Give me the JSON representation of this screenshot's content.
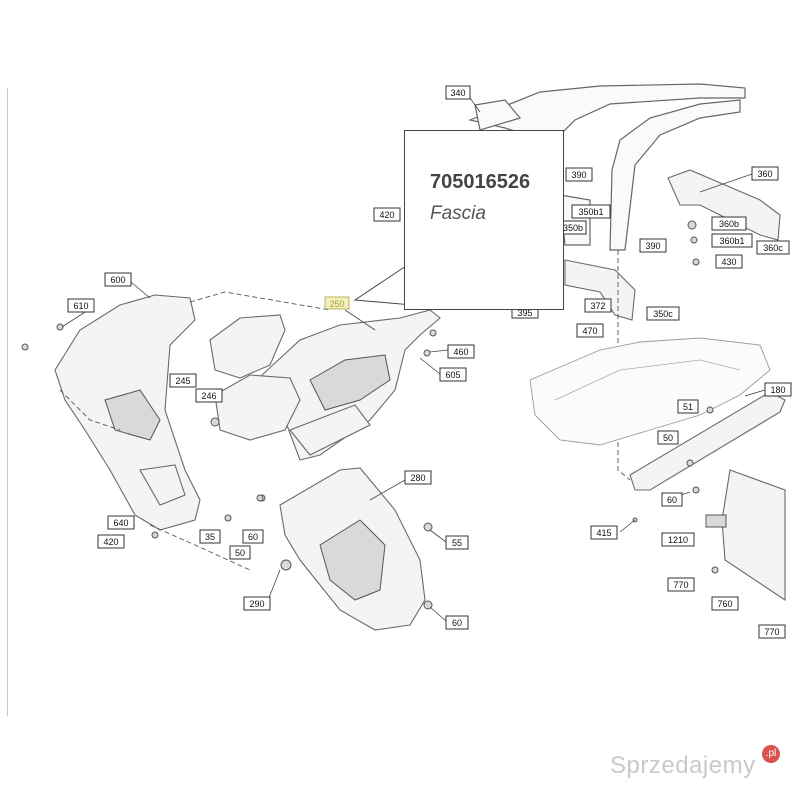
{
  "popup": {
    "part_number": "705016526",
    "part_name": "Fascia"
  },
  "highlighted_label": "250",
  "labels": {
    "l340": "340",
    "l390a": "390",
    "l360": "360",
    "l350b1": "350b1",
    "l350b": "350b",
    "l360b": "360b",
    "l360b1": "360b1",
    "l360c": "360c",
    "l390b": "390",
    "l430": "430",
    "l372": "372",
    "l395": "395",
    "l470": "470",
    "l350c": "350c",
    "l420a": "420",
    "l600": "600",
    "l610": "610",
    "l250": "250",
    "l460": "460",
    "l605": "605",
    "l245": "245",
    "l246": "246",
    "l280": "280",
    "l640": "640",
    "l420b": "420",
    "l35": "35",
    "l50a": "50",
    "l60a": "60",
    "l55": "55",
    "l290": "290",
    "l60b": "60",
    "l180": "180",
    "l51": "51",
    "l50b": "50",
    "l60c": "60",
    "l415": "415",
    "l1210": "1210",
    "l770a": "770",
    "l760": "760",
    "l770b": "770"
  },
  "watermark": {
    "text": "Sprzedajemy",
    "badge": ".pl"
  },
  "colors": {
    "highlight_fill": "#f3f0c0",
    "highlight_text": "#a8a23a",
    "text": "#111111"
  }
}
